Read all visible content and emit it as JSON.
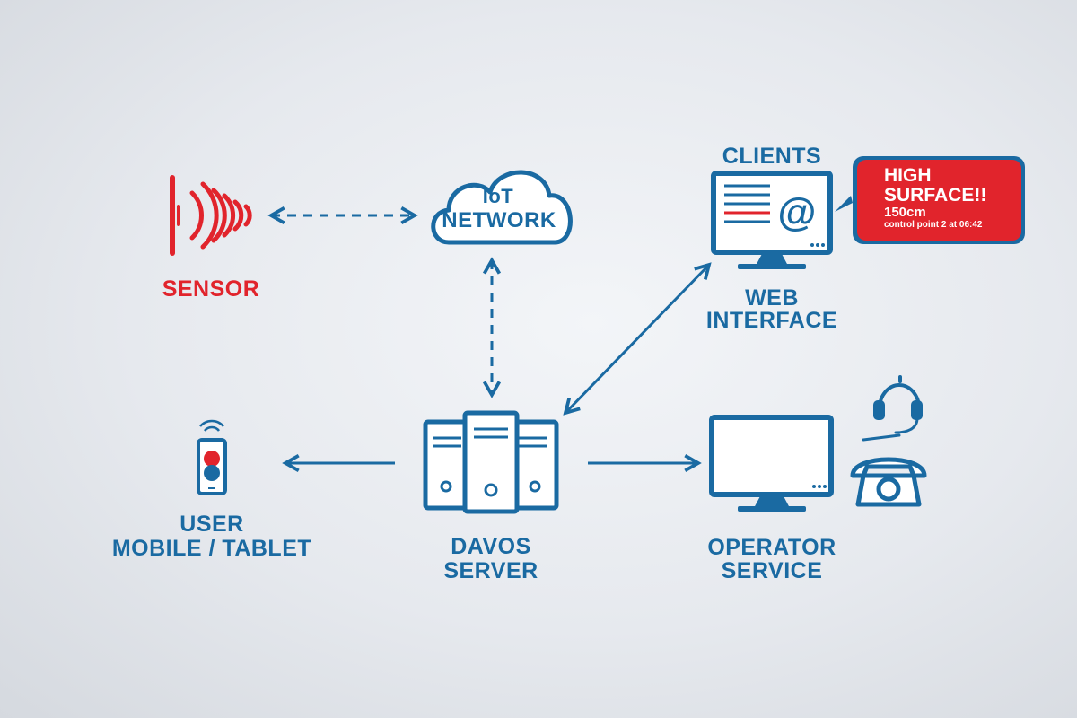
{
  "nodes": {
    "sensor": {
      "label": "SENSOR"
    },
    "iot": {
      "line1": "IoT",
      "line2": "NETWORK"
    },
    "clients": {
      "label": "CLIENTS"
    },
    "web": {
      "line1": "WEB",
      "line2": "INTERFACE"
    },
    "user": {
      "line1": "USER",
      "line2": "MOBILE / TABLET"
    },
    "server": {
      "line1": "DAVOS",
      "line2": "SERVER"
    },
    "operator": {
      "line1": "OPERATOR",
      "line2": "SERVICE"
    }
  },
  "alert": {
    "line1": "HIGH",
    "line2": "SURFACE!!",
    "value": "150cm",
    "detail": "control point 2 at 06:42"
  },
  "colors": {
    "primary": "#1a6aa2",
    "accent": "#e1242c",
    "background": "#e6e9ee"
  },
  "icons": [
    "sensor-wave-icon",
    "cloud-icon",
    "monitor-email-icon",
    "server-icon",
    "mobile-phone-icon",
    "monitor-icon",
    "headset-icon",
    "telephone-icon"
  ]
}
